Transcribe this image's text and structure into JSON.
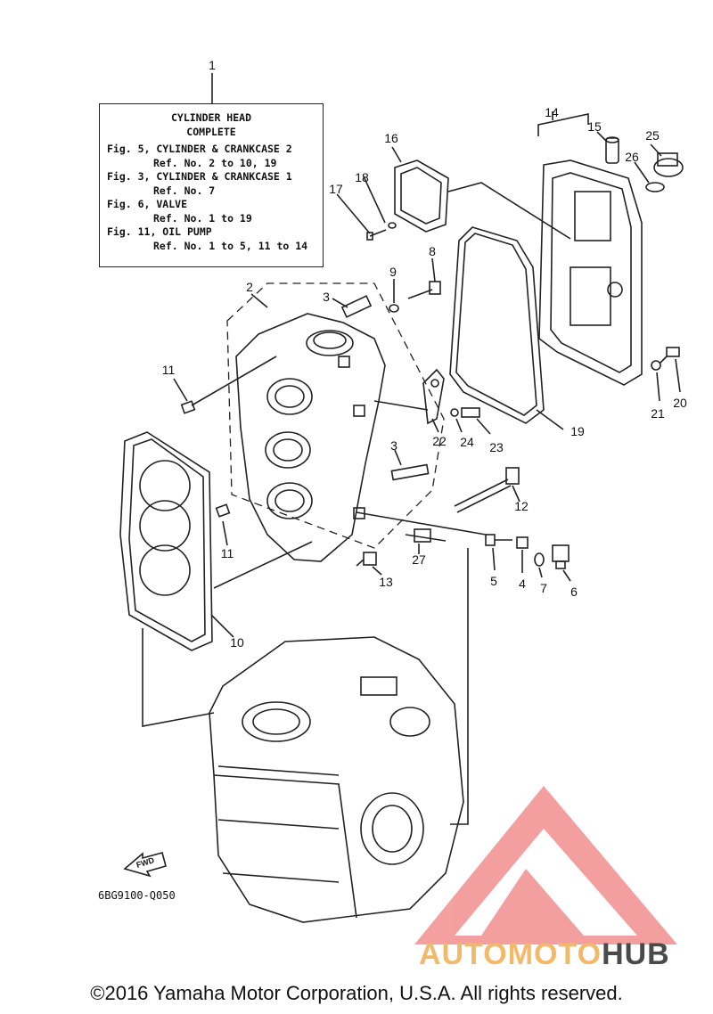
{
  "infobox": {
    "title_line1": "CYLINDER HEAD",
    "title_line2": "COMPLETE",
    "refs": [
      {
        "fig": "Fig. 5, CYLINDER & CRANKCASE 2",
        "ref": "Ref. No. 2 to 10, 19"
      },
      {
        "fig": "Fig. 3, CYLINDER & CRANKCASE 1",
        "ref": "Ref. No. 7"
      },
      {
        "fig": "Fig. 6, VALVE",
        "ref": "Ref. No. 1 to 19"
      },
      {
        "fig": "Fig. 11, OIL PUMP",
        "ref": "Ref. No. 1 to 5, 11 to 14"
      }
    ]
  },
  "callouts": [
    "1",
    "2",
    "3",
    "3",
    "4",
    "5",
    "6",
    "7",
    "8",
    "9",
    "10",
    "11",
    "11",
    "12",
    "13",
    "14",
    "15",
    "16",
    "17",
    "18",
    "19",
    "20",
    "21",
    "22",
    "23",
    "24",
    "25",
    "26",
    "27"
  ],
  "direction_label": "FWD",
  "diagram_code": "6BG9100-Q050",
  "watermark": {
    "part1": "AUTOMOTO",
    "part2": "HUB",
    "color_main": "#f3b96a",
    "color_logo": "#f08080",
    "color_dark": "#4a4a4a"
  },
  "copyright": "©2016 Yamaha Motor Corporation, U.S.A. All rights reserved."
}
